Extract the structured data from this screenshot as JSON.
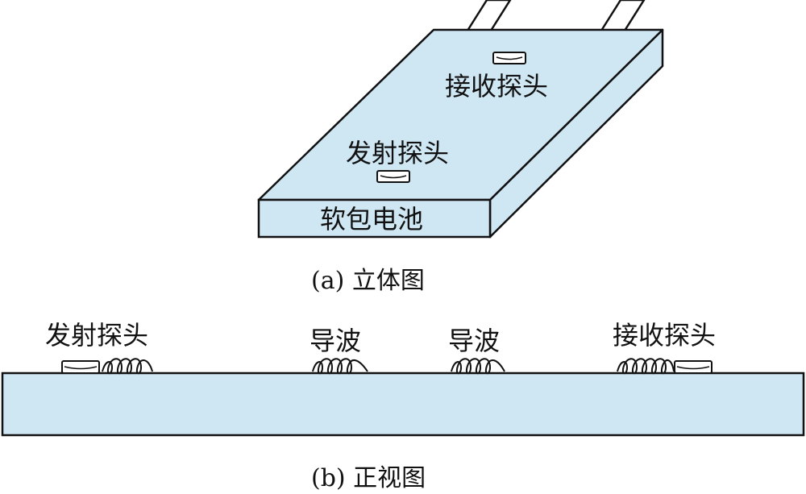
{
  "colors": {
    "battery_fill": "#cfe6f3",
    "stroke": "#111111",
    "wave": "#111111"
  },
  "view_a": {
    "receive_probe_label": "接收探头",
    "transmit_probe_label": "发射探头",
    "battery_label": "软包电池",
    "caption": "(a) 立体图"
  },
  "view_b": {
    "transmit_probe_label": "发射探头",
    "guided_wave_label_1": "导波",
    "guided_wave_label_2": "导波",
    "receive_probe_label": "接收探头",
    "caption": "(b) 正视图"
  }
}
